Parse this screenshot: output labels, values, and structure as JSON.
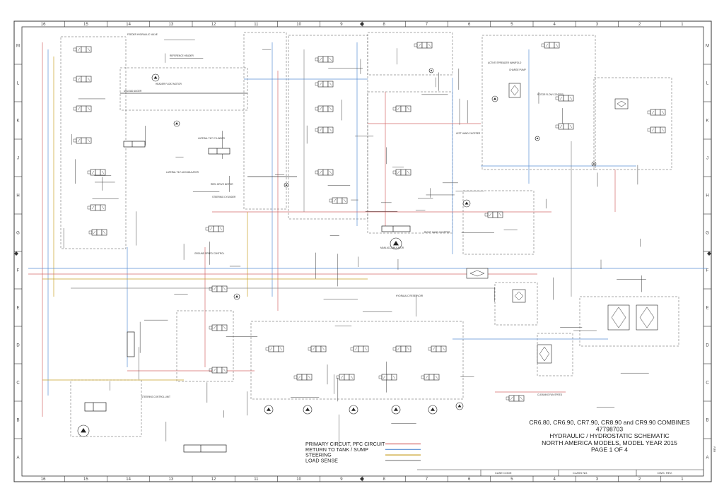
{
  "columns": [
    "16",
    "15",
    "14",
    "13",
    "12",
    "11",
    "10",
    "9",
    "8",
    "7",
    "6",
    "5",
    "4",
    "3",
    "2",
    "1"
  ],
  "rows": [
    "M",
    "L",
    "K",
    "J",
    "H",
    "G",
    "F",
    "E",
    "D",
    "C",
    "B",
    "A"
  ],
  "title_block": {
    "lines": [
      "CR6.80, CR6.90, CR7.90, CR8.90 and CR9.90 COMBINES",
      "47798703",
      "HYDRAULIC / HYDROSTATIC SCHEMATIC",
      "NORTH AMERICA MODELS, MODEL YEAR 2015",
      "PAGE 1 OF 4"
    ],
    "case_code": "CASE CODE",
    "class_no": "CLASS NO.",
    "dwg_rev": "DWG. REV.",
    "rev": "REV"
  },
  "legend": [
    {
      "label": "PRIMARY CIRCUIT, PFC CIRCUIT",
      "color": "#d46a6a"
    },
    {
      "label": "RETURN TO TANK / SUMP",
      "color": "#5a8fd4"
    },
    {
      "label": "STEERING",
      "color": "#c9a227"
    },
    {
      "label": "LOAD SENSE",
      "color": "#8a8a8a"
    }
  ],
  "component_labels": [
    "FEEDER HYDRAULIC VALVE",
    "HEADER FLOAT MOTOR",
    "REFERENCE HEADER",
    "UNLOAD AUGER",
    "LATERAL TILT CYLINDER",
    "LATERAL TILT ACCUMULATOR",
    "REEL DRIVE MOTOR",
    "STEERING CYLINDER",
    "ACTIVE SPREADER MANIFOLD",
    "ROTOR FLOW CONTROL",
    "LEFT HAND CHOPPER",
    "RIGHT HAND CHOPPER",
    "CLEANING FAN SPEED",
    "HYDRAULIC RESERVOIR",
    "CHARGE PUMP",
    "STEERING CONTROL UNIT",
    "MAIN ACCUMULATOR",
    "GROUND SPEED CONTROL"
  ],
  "colors": {
    "frame": "#333333",
    "line": "#3a3a3a",
    "primary": "#d46a6a",
    "return": "#5a8fd4",
    "steering": "#c9a227",
    "load_sense": "#8a8a8a",
    "dashed_box": "#555555"
  }
}
